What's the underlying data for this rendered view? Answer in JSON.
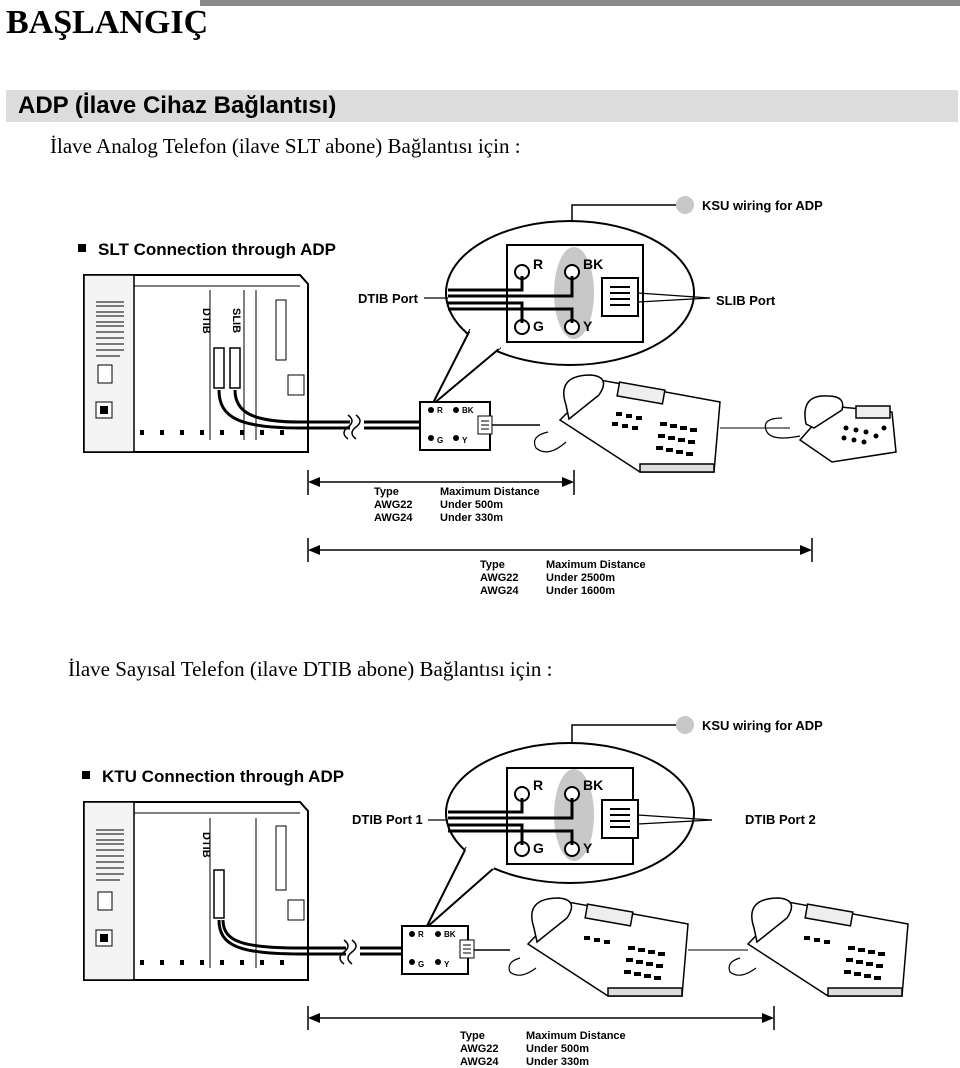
{
  "page": {
    "title": "BAŞLANGIÇ",
    "section_title": "ADP (İlave Cihaz Bağlantısı)"
  },
  "slt": {
    "intro": "İlave Analog Telefon (ilave SLT abone) Bağlantısı için :",
    "ksu_label": "KSU wiring for ADP",
    "heading": "SLT Connection through ADP",
    "card_left": "DTIB",
    "card_right": "SLIB",
    "port_left": "DTIB Port",
    "port_right": "SLIB Port",
    "terminal_r": "R",
    "terminal_bk": "BK",
    "terminal_g": "G",
    "terminal_y": "Y",
    "table1": {
      "col_type": "Type",
      "col_dist": "Maximum Distance",
      "rows": [
        [
          "AWG22",
          "Under 500m"
        ],
        [
          "AWG24",
          "Under 330m"
        ]
      ]
    },
    "table2": {
      "col_type": "Type",
      "col_dist": "Maximum Distance",
      "rows": [
        [
          "AWG22",
          "Under 2500m"
        ],
        [
          "AWG24",
          "Under 1600m"
        ]
      ]
    }
  },
  "ktu": {
    "intro": "İlave Sayısal Telefon (ilave DTIB abone) Bağlantısı için :",
    "ksu_label": "KSU wiring for ADP",
    "heading": "KTU Connection through ADP",
    "card_left": "DTIB",
    "port_left": "DTIB Port 1",
    "port_right": "DTIB Port 2",
    "terminal_r": "R",
    "terminal_bk": "BK",
    "terminal_g": "G",
    "terminal_y": "Y",
    "table1": {
      "col_type": "Type",
      "col_dist": "Maximum Distance",
      "rows": [
        [
          "AWG22",
          "Under 500m"
        ],
        [
          "AWG24",
          "Under 330m"
        ]
      ]
    }
  }
}
